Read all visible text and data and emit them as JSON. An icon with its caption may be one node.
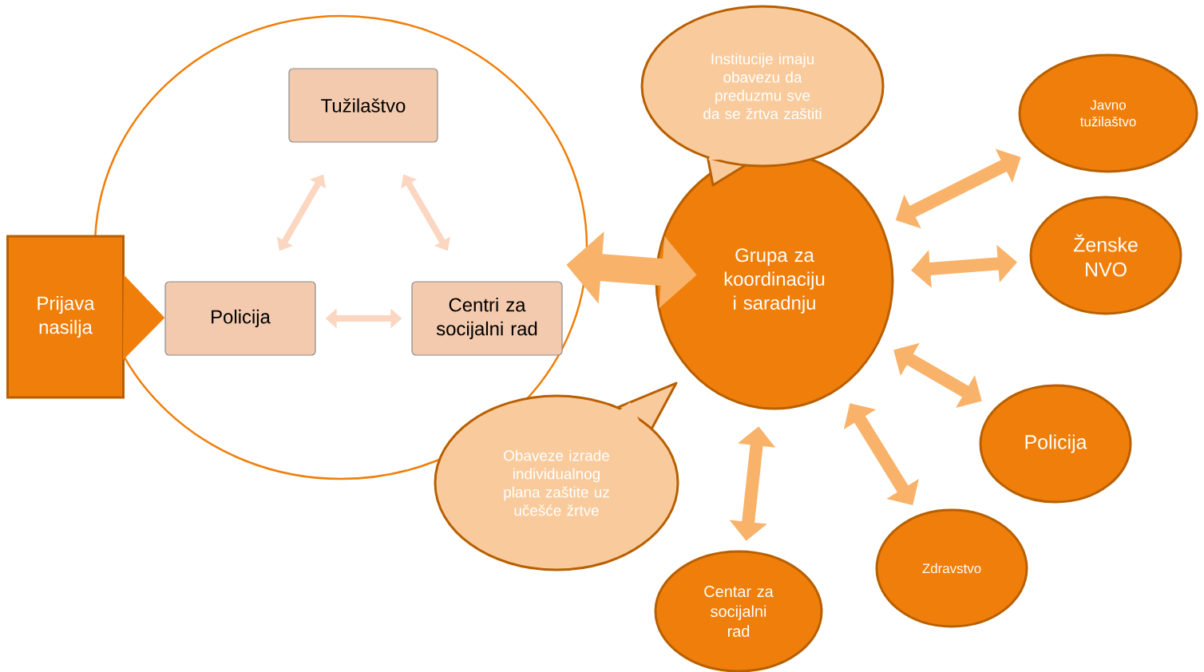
{
  "diagram": {
    "nodes": [
      {
        "text": [],
        "shape": "circle"
      },
      {
        "text": [
          "Tužilaštvo"
        ],
        "in": 0
      },
      {
        "text": [
          "Policija"
        ],
        "in": 0
      },
      {
        "text": [
          "Centri za socijalni rad"
        ],
        "in": 0
      },
      {
        "text": [
          "Prijava nasilja"
        ]
      },
      {
        "text": [
          "Grupa za koordinaciju i saradnju"
        ]
      },
      {
        "text": [
          "Institucije imaju obavezu da preduzmu sve da se žrtva zaštiti"
        ]
      },
      {
        "text": [
          "Obaveze izrade individualnog plana zaštite uz učešće žrtve"
        ]
      },
      {
        "text": [
          "Javno tužilaštvo"
        ]
      },
      {
        "text": [
          "Ženske NVO"
        ]
      },
      {
        "text": [
          "Policija"
        ]
      },
      {
        "text": [
          "Zdravstvo"
        ]
      },
      {
        "text": [
          "Centar za socijalni rad"
        ]
      }
    ],
    "edges": [
      {
        "from": 1,
        "to": 2,
        "arrow": "both",
        "color": "#fbd6c0"
      },
      {
        "from": 1,
        "to": 3,
        "arrow": "both",
        "color": "#fbd6c0"
      },
      {
        "from": 2,
        "to": 3,
        "arrow": "both",
        "color": "#fbd6c0"
      },
      {
        "from": 4,
        "to": 2,
        "arrow": "to",
        "color": "#ef7f0a",
        "style": "thick"
      },
      {
        "from": 0,
        "to": 5,
        "arrow": "both",
        "style": "thick"
      },
      {
        "from": 5,
        "to": 8,
        "arrow": "both"
      },
      {
        "from": 5,
        "to": 9,
        "arrow": "both"
      },
      {
        "from": 5,
        "to": 10,
        "arrow": "both"
      },
      {
        "from": 5,
        "to": 11,
        "arrow": "both"
      },
      {
        "from": 5,
        "to": 12,
        "arrow": "both"
      }
    ]
  }
}
